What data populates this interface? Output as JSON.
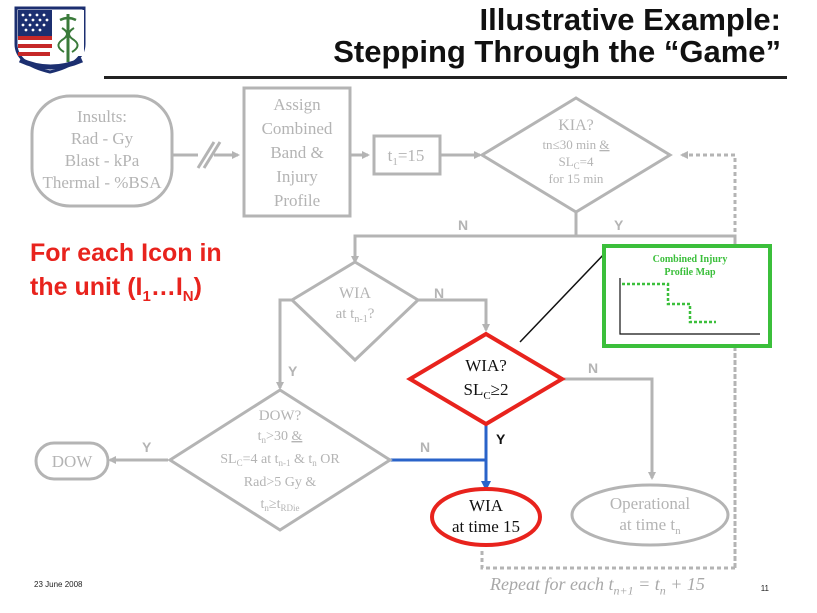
{
  "slide": {
    "title_line1": "Illustrative Example:",
    "title_line2": "Stepping Through the “Game”",
    "side_note_line1": "For each Icon in",
    "side_note_line2": "the unit (I",
    "side_note_sub1": "1",
    "side_note_mid": "…I",
    "side_note_subN": "N",
    "side_note_end": ")",
    "date": "23 June  2008",
    "page_number": "11",
    "repeat_pre": "Repeat for each t",
    "repeat_sub1": "n+1",
    "repeat_mid": " = t",
    "repeat_sub2": "n",
    "repeat_post": " + 15"
  },
  "logo": {
    "icon": "army-medical-crest-icon"
  },
  "flow": {
    "insults": {
      "title": "Insults:",
      "line1": "Rad - Gy",
      "line2": "Blast - kPa",
      "line3": "Thermal - %BSA"
    },
    "assign": {
      "line1": "Assign",
      "line2": "Combined",
      "line3": "Band &",
      "line4": "Injury",
      "line5": "Profile"
    },
    "t1": {
      "pre": "t",
      "sub": "1",
      "post": "=15"
    },
    "kia": {
      "line1": "KIA?",
      "l2_pre": "tn",
      "l2_rest": "≤30 min ",
      "l2_and": "&",
      "l3_pre": "SL",
      "l3_sub": "C",
      "l3_post": "=4",
      "line4": "for 15 min"
    },
    "wia_prev": {
      "line1": "WIA",
      "l2_pre": "at t",
      "l2_sub": "n-1",
      "l2_post": "?"
    },
    "wia_q": {
      "line1": "WIA?",
      "l2_pre": "SL",
      "l2_sub": "C",
      "l2_post": "≥2"
    },
    "dow_q": {
      "line1": "DOW?",
      "l2_pre": "t",
      "l2_sub": "n",
      "l2_mid": ">30 ",
      "l2_and": "&",
      "l3_pre": "SL",
      "l3_sub": "C",
      "l3_mid1": "=4 at t",
      "l3_sub2": "n-1",
      "l3_mid2": " & t",
      "l3_sub3": "n",
      "l3_post": "  OR",
      "line4": "Rad>5 Gy &",
      "l5_pre": "t",
      "l5_sub": "n",
      "l5_mid": "≥t",
      "l5_sub2": "RDie"
    },
    "dow": {
      "label": "DOW"
    },
    "wia_result": {
      "line1": "WIA",
      "line2": "at time 15"
    },
    "operational": {
      "line1": "Operational",
      "l2_pre": "at time t",
      "l2_sub": "n"
    },
    "profile_map": {
      "line1": "Combined Injury",
      "line2": "Profile Map"
    },
    "labels": {
      "n1": "N",
      "y1": "Y",
      "n2": "N",
      "y2": "Y",
      "n3": "N",
      "y3": "Y",
      "y4": "Y",
      "n4": "N"
    },
    "colors": {
      "gray": "#b4b4b4",
      "red": "#e8231d",
      "blue": "#2a63c9",
      "green": "#3bbf3b"
    }
  }
}
